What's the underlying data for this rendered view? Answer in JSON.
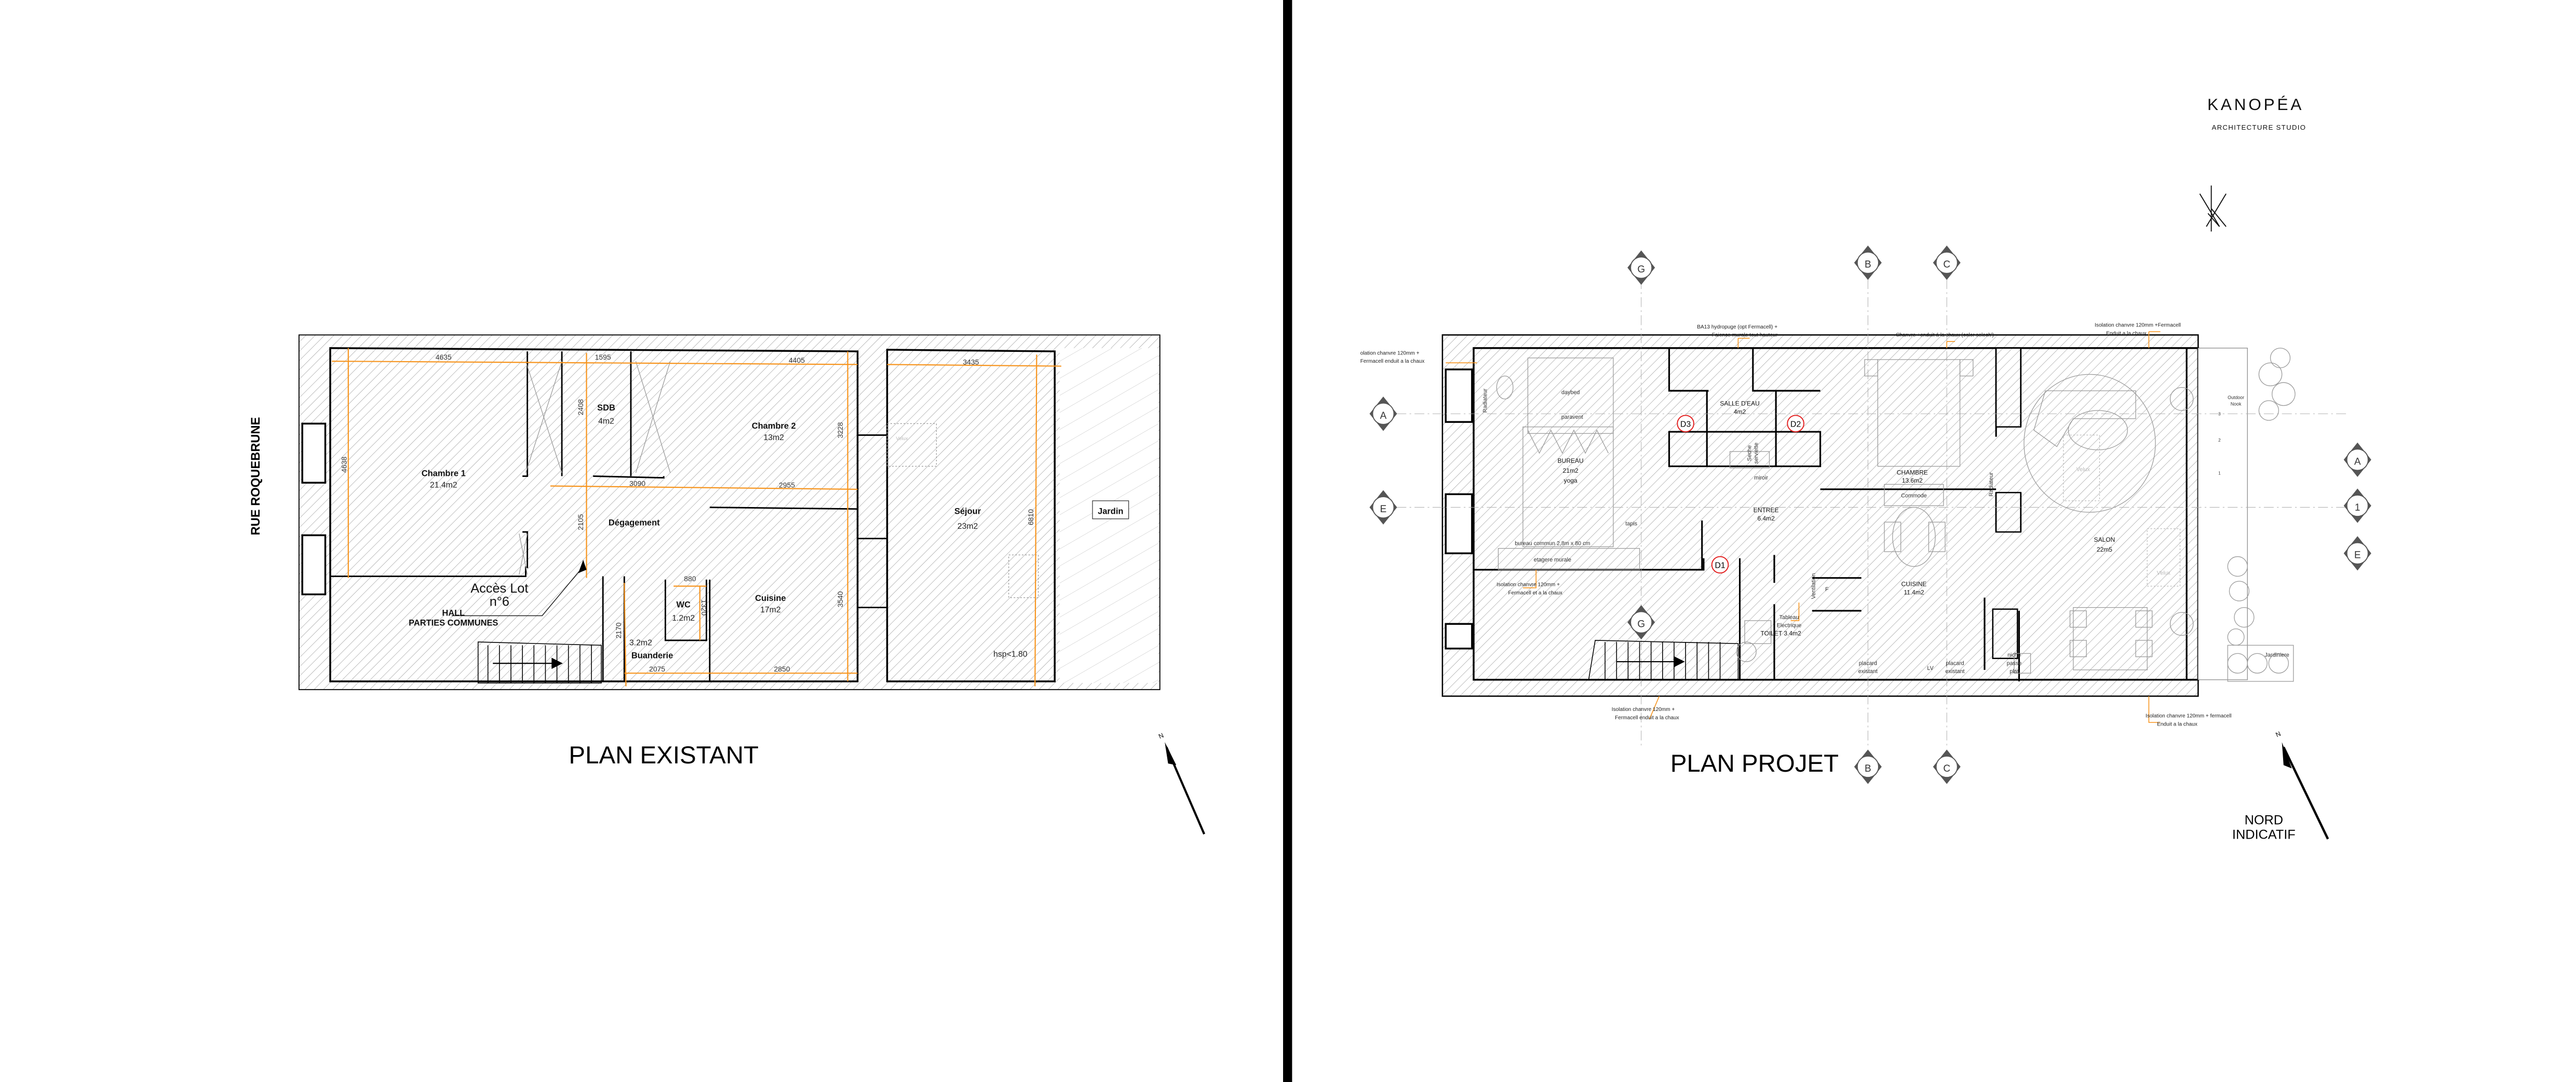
{
  "existing": {
    "title": "PLAN EXISTANT",
    "street": "RUE ROQUEBRUNE",
    "rooms": {
      "chambre1": {
        "name": "Chambre 1",
        "area": "21.4m2"
      },
      "sdb": {
        "name": "SDB",
        "area": "4m2"
      },
      "chambre2": {
        "name": "Chambre 2",
        "area": "13m2"
      },
      "degagement": {
        "name": "Dégagement"
      },
      "cuisine": {
        "name": "Cuisine",
        "area": "17m2"
      },
      "wc": {
        "name": "WC",
        "area": "1.2m2"
      },
      "buanderie": {
        "name": "Buanderie",
        "area": "3.2m2"
      },
      "sejour": {
        "name": "Séjour",
        "area": "23m2"
      },
      "jardin": {
        "name": "Jardin"
      }
    },
    "access": {
      "line1": "Accès Lot",
      "line2": "n°6"
    },
    "hall": {
      "line1": "HALL",
      "line2": "PARTIES COMMUNES"
    },
    "hsp": "hsp<1.80",
    "velux": "Velux",
    "dimensions": {
      "d4635": "4635",
      "d1595": "1595",
      "d4405": "4405",
      "d3435": "3435",
      "d4638": "4638",
      "d2408": "2408",
      "d3228": "3228",
      "d3090": "3090",
      "d2955": "2955",
      "d2105": "2105",
      "d6810": "6810",
      "d3540": "3540",
      "d880": "880",
      "d1320": "1320",
      "d2170": "2170",
      "d2075": "2075",
      "d2850": "2850"
    }
  },
  "project": {
    "title": "PLAN PROJET",
    "rooms": {
      "bureau": {
        "name": "BUREAU",
        "area": "21m2",
        "note": "yoga"
      },
      "salle_eau": {
        "name": "SALLE D'EAU",
        "area": "4m2"
      },
      "entree": {
        "name": "ENTREE",
        "area": "6.4m2"
      },
      "chambre": {
        "name": "CHAMBRE",
        "area": "13.6m2"
      },
      "cuisine": {
        "name": "CUISINE",
        "area": "11.4m2"
      },
      "salon": {
        "name": "SALON",
        "area": "22m5"
      },
      "toilet": {
        "name": "TOILET 3.4m2"
      }
    },
    "furniture": {
      "daybed": "daybed",
      "paravent": "paravent",
      "radiateur": "Radiateur",
      "tapis": "tapis",
      "bureau_commun": "bureau commun 2,8m x 80 cm",
      "etagere": "etagere murale",
      "seche1": "Seche",
      "seche2": "serviette",
      "miroir": "miroir",
      "commode": "Commode",
      "tableau1": "Tableau",
      "tableau2": "Electrique",
      "ventilation": "Ventilation",
      "placard1": "placard",
      "placard2": "existant",
      "lv": "LV",
      "niche1": "niche",
      "niche2": "passe",
      "niche3": "plat",
      "outdoor1": "Outdoor",
      "outdoor2": "Nook",
      "jardiniere": "Jardiniere",
      "velux": "Velux",
      "fridge": "F",
      "steps": [
        "1",
        "2",
        "3"
      ]
    },
    "doors": {
      "d1": "D1",
      "d2": "D2",
      "d3": "D3"
    },
    "sections": {
      "a": "A",
      "b": "B",
      "c": "C",
      "e": "E",
      "g": "G",
      "one": "1"
    },
    "notes": {
      "n1a": "olation chanvre 120mm +",
      "n1b": "Fermacell enduit a la chaux",
      "n2a": "BA13 hydropuge (opt Fermacell)  +",
      "n2b": "Faience murale tout hauteur",
      "n3": "Chanvre +enduit á la chaux (color selech')",
      "n4a": "Isolation chanvre 120mm +Fermacell",
      "n4b": "Enduit a la chaux",
      "n5a": "Isolation chanvre 120mm +",
      "n5b": "Fermacell et a la chaux",
      "n6a": "Isolation chanvre 120mm +",
      "n6b": "Fermacell enduit a la chaux",
      "n7a": "Isolation chanvre 120mm + fermacell",
      "n7b": "Enduit a la chaux"
    }
  },
  "logo": {
    "name": "KANOPÉA",
    "subtitle": "ARCHITECTURE STUDIO"
  },
  "north": {
    "letter": "N",
    "line1": "NORD",
    "line2": "INDICATIF"
  },
  "colors": {
    "dimension": "#f7941d",
    "door_tag": "#e21b1b",
    "divider": "#000000"
  }
}
